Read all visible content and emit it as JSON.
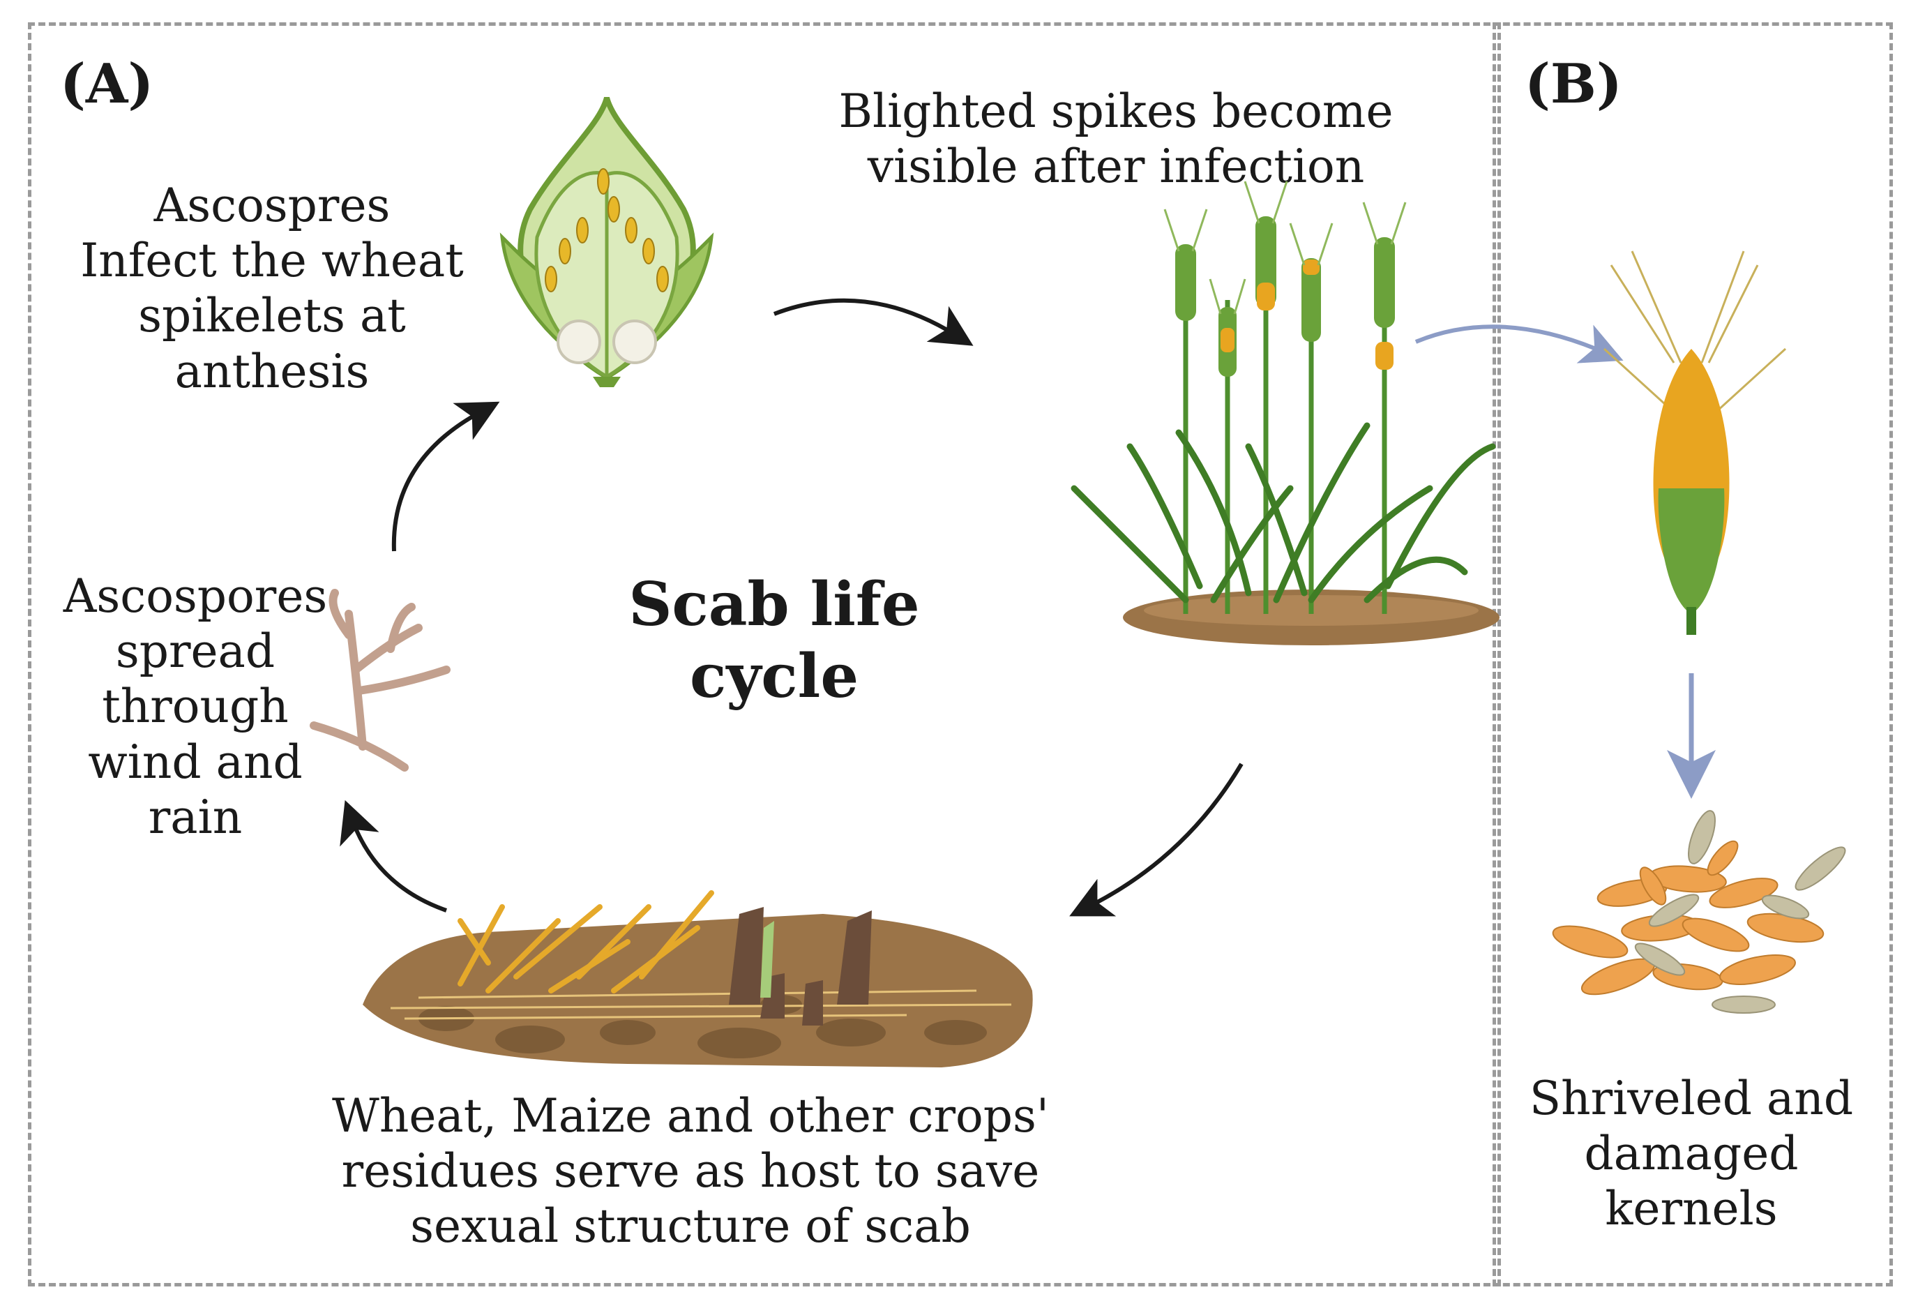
{
  "panel_a": {
    "label": "(A)",
    "center_title": "Scab life\ncycle",
    "step_spikelet": "Ascospres\nInfect the wheat\nspikelets at\nanthesis",
    "step_blighted": "Blighted spikes become\nvisible after infection",
    "step_residue": "Wheat, Maize and other crops'\nresidues serve as host to save\nsexual structure of scab",
    "step_spread": "Ascospores\nspread\nthrough\nwind and\nrain"
  },
  "panel_b": {
    "label": "(B)",
    "kernels_text": "Shriveled and\ndamaged\nkernels"
  },
  "colors": {
    "border": "#9a9a9a",
    "arrow_dark": "#1a1a1a",
    "arrow_blue": "#8c9cc6",
    "leaf_green": "#4e8f2e",
    "blight_orange": "#e8a520",
    "soil": "#9b7448",
    "kernel_orange": "#eea24e",
    "kernel_gray": "#c6c0a3"
  },
  "icons": [
    "spikelet-icon",
    "wheat-plants-icon",
    "crop-residue-icon",
    "ascospore-branch-icon",
    "blighted-spike-icon",
    "kernels-icon"
  ]
}
